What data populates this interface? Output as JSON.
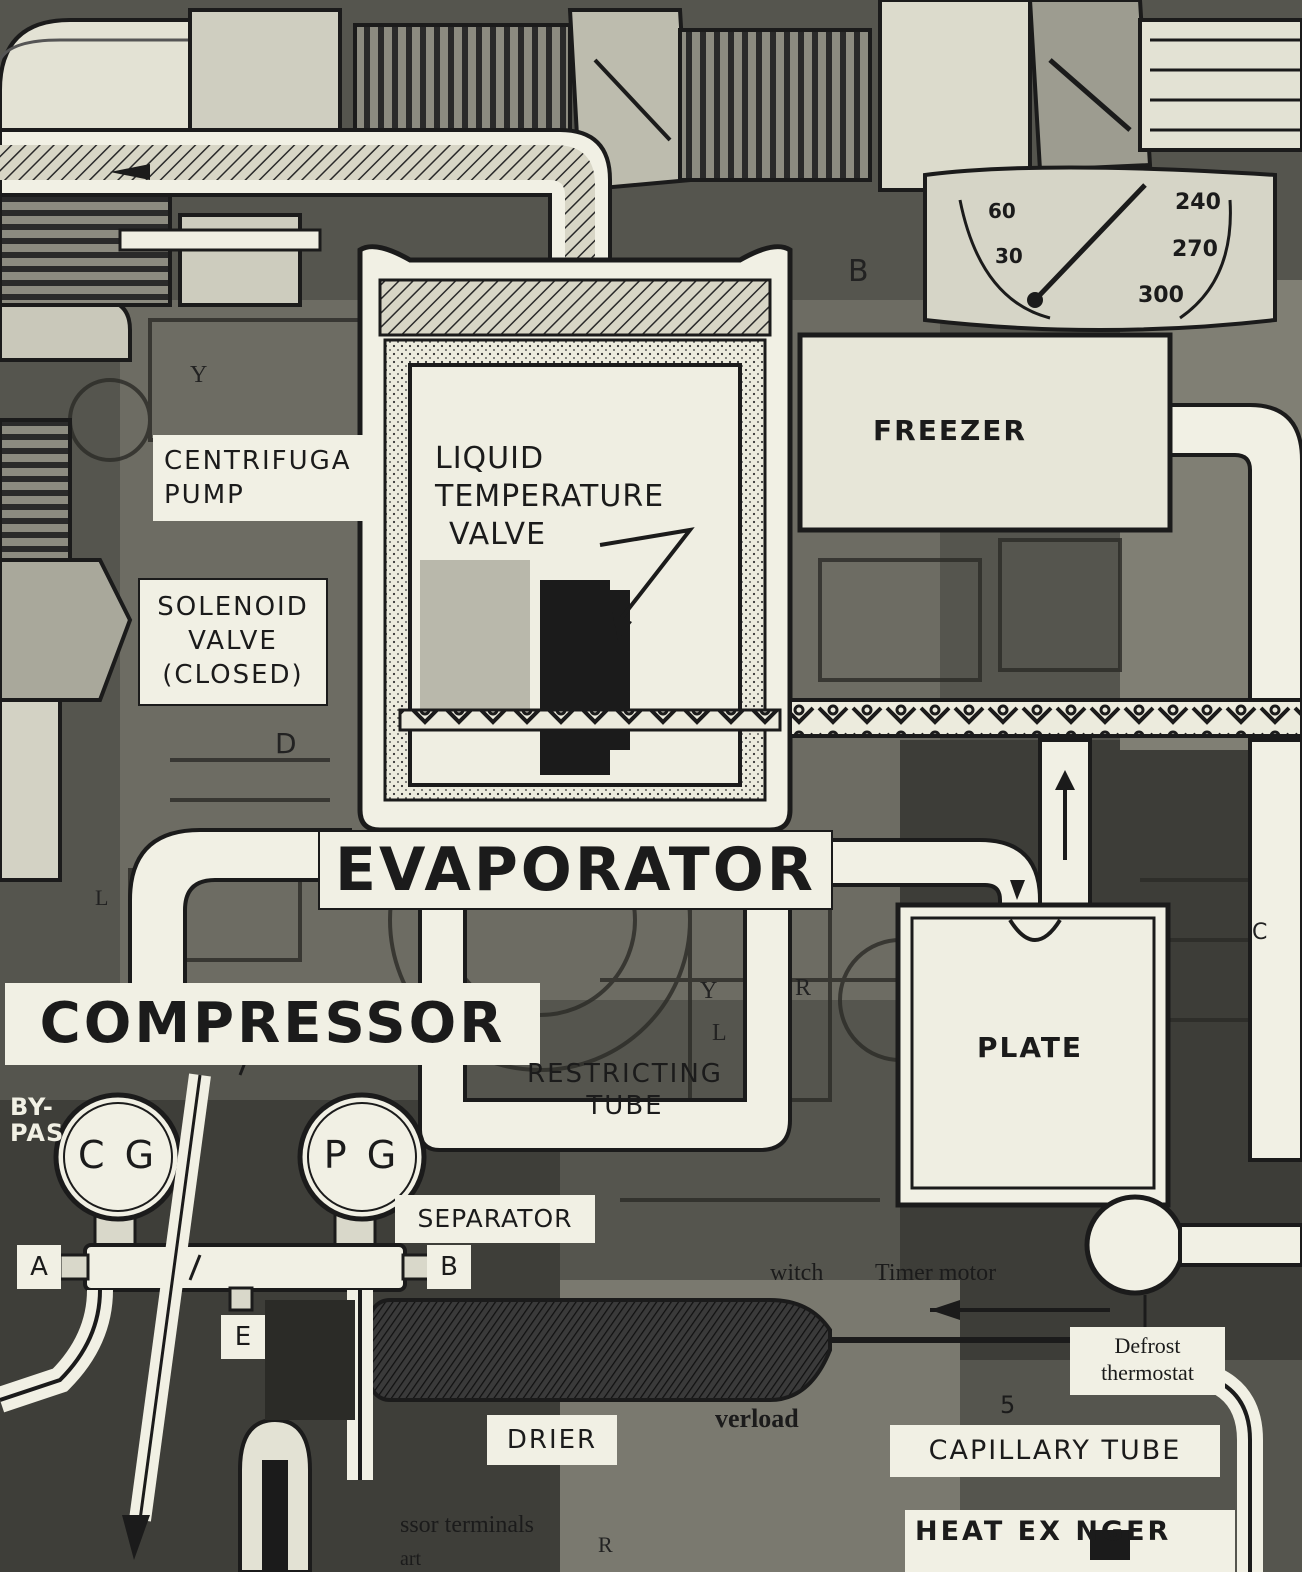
{
  "labels": {
    "evaporator": "EVAPORATOR",
    "compressor": "COMPRESSOR",
    "freezer": "FREEZER",
    "plate": "PLATE",
    "liquid_temperature_valve": [
      "LIQUID",
      "TEMPERATURE",
      "VALVE"
    ],
    "solenoid_valve": [
      "SOLENOID",
      "VALVE",
      "(CLOSED)"
    ],
    "centrifugal_pump": [
      "CENTRIFUGA",
      "PUMP"
    ],
    "restricting_tube": [
      "RESTRICTING",
      "TUBE"
    ],
    "separator": "SEPARATOR",
    "drier": "DRIER",
    "capillary_tube": "CAPILLARY TUBE",
    "heat_exchanger": "HEAT EX  NGER",
    "defrost_thermostat": [
      "Defrost",
      "thermostat"
    ],
    "by_pass": [
      "BY-",
      "PAS"
    ],
    "switch": "witch",
    "timer_motor": "Timer motor",
    "overload": "verload",
    "compressor_terminals": "ssor terminals",
    "start": "art"
  },
  "gauges": {
    "cg": "C G",
    "pg": "P G",
    "dial_ticks": [
      "60",
      "30",
      "240",
      "270",
      "300"
    ]
  },
  "manifold_letters": {
    "a": "A",
    "b": "B",
    "e": "E"
  },
  "background_letters": {
    "top_b": "B",
    "y_top": "Y",
    "d": "D",
    "y_mid": "Y",
    "r_mid": "R",
    "l_mid": "L",
    "r_bottom": "R",
    "five": "5",
    "c_right": "C",
    "l_left": "L"
  },
  "colors": {
    "paper": "#f1f0e4",
    "ink": "#1b1b1b",
    "shadow": "#4a4a44"
  }
}
